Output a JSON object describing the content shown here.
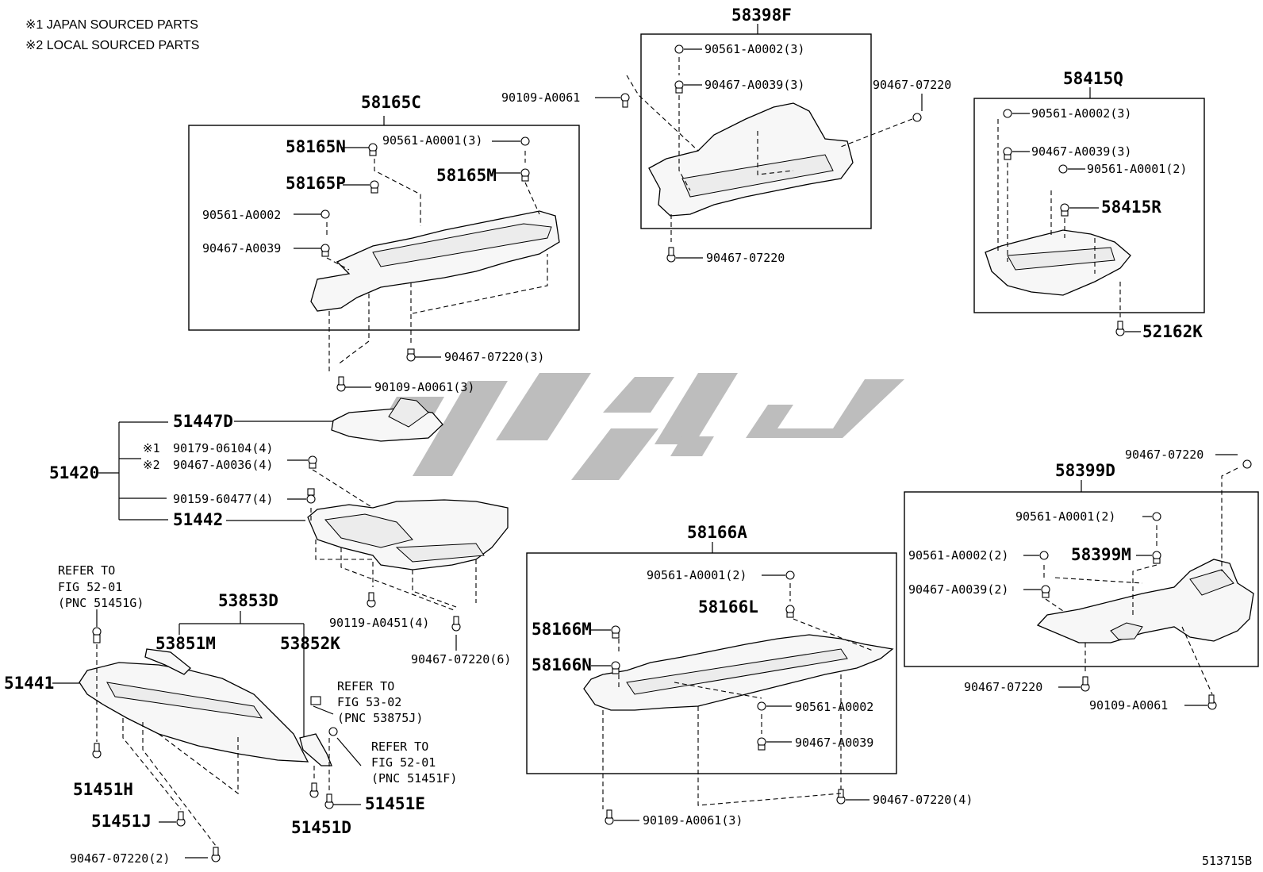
{
  "notes": {
    "note1": "※1  JAPAN SOURCED PARTS",
    "note2": "※2  LOCAL SOURCED PARTS"
  },
  "footer": {
    "figure_code": "513715B"
  },
  "assemblies": {
    "a58165C": {
      "title": "58165C",
      "labels": [
        "58165N",
        "58165P",
        "58165M",
        "90561-A0001(3)",
        "90561-A0002",
        "90467-A0039",
        "90467-07220(3)",
        "90109-A0061(3)"
      ]
    },
    "a58398F": {
      "title": "58398F",
      "labels": [
        "90561-A0002(3)",
        "90467-A0039(3)",
        "90109-A0061",
        "90467-07220",
        "90467-07220"
      ]
    },
    "a58415Q": {
      "title": "58415Q",
      "labels": [
        "90561-A0002(3)",
        "90467-A0039(3)",
        "90561-A0001(2)",
        "58415R",
        "52162K"
      ]
    },
    "a51420": {
      "title": "51420",
      "labels": [
        "51447D",
        "※1",
        "90179-06104(4)",
        "※2",
        "90467-A0036(4)",
        "90159-60477(4)",
        "51442",
        "90119-A0451(4)",
        "90467-07220(6)"
      ]
    },
    "a58399D": {
      "title": "58399D",
      "labels": [
        "90467-07220",
        "90561-A0001(2)",
        "90561-A0002(2)",
        "58399M",
        "90467-A0039(2)",
        "90467-07220",
        "90109-A0061"
      ]
    },
    "a58166A": {
      "title": "58166A",
      "labels": [
        "90561-A0001(2)",
        "58166L",
        "58166M",
        "58166N",
        "90561-A0002",
        "90467-A0039",
        "90467-07220(4)",
        "90109-A0061(3)"
      ]
    },
    "a53853D": {
      "title": "53853D",
      "labels": [
        "53851M",
        "53852K",
        "51441",
        "51451H",
        "51451J",
        "90467-07220(2)",
        "51451D",
        "51451E"
      ]
    }
  },
  "references": {
    "ref1": [
      "REFER TO",
      "FIG 52-01",
      "(PNC 51451G)"
    ],
    "ref2": [
      "REFER TO",
      "FIG 53-02",
      "(PNC 53875J)"
    ],
    "ref3": [
      "REFER TO",
      "FIG 52-01",
      "(PNC 51451F)"
    ]
  }
}
